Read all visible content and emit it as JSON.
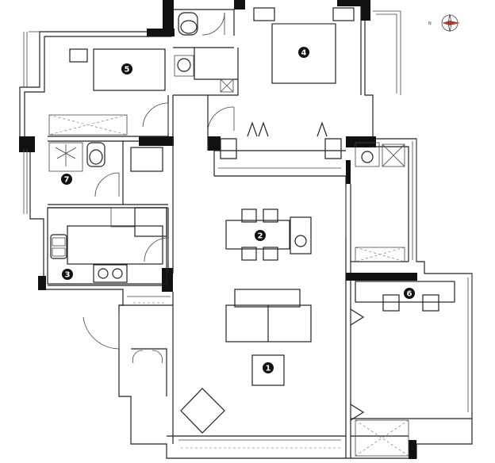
{
  "plan": {
    "rooms": [
      {
        "id": "living-room",
        "label": "1"
      },
      {
        "id": "dining-room",
        "label": "2"
      },
      {
        "id": "kitchen",
        "label": "3"
      },
      {
        "id": "master-bedroom",
        "label": "4"
      },
      {
        "id": "bedroom-west",
        "label": "5"
      },
      {
        "id": "study",
        "label": "6"
      },
      {
        "id": "bathroom",
        "label": "7"
      }
    ],
    "compass": {
      "north_letter": "N",
      "needle_color": "#c0392b"
    },
    "colors": {
      "wall": "#111111",
      "line": "#222222",
      "background": "#ffffff"
    }
  }
}
